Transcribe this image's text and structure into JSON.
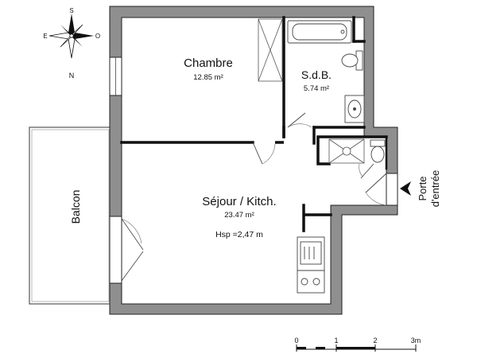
{
  "compass": {
    "north": "N",
    "south": "S",
    "east": "E",
    "west": "O"
  },
  "rooms": {
    "chambre": {
      "name": "Chambre",
      "area": "12.85 m²"
    },
    "sdb": {
      "name": "S.d.B.",
      "area": "5.74 m²"
    },
    "sejour": {
      "name": "Séjour / Kitch.",
      "area": "23.47 m²",
      "height": "Hsp =2,47 m"
    },
    "balcon": {
      "name": "Balcon"
    }
  },
  "entrance": {
    "line1": "Porte",
    "line2": "d'entrée"
  },
  "scale": {
    "ticks": [
      "0",
      "1",
      "2",
      "3m"
    ]
  },
  "colors": {
    "wall_fill": "#8f8f8f",
    "wall_outline": "#222222",
    "thin_line": "#444444"
  }
}
